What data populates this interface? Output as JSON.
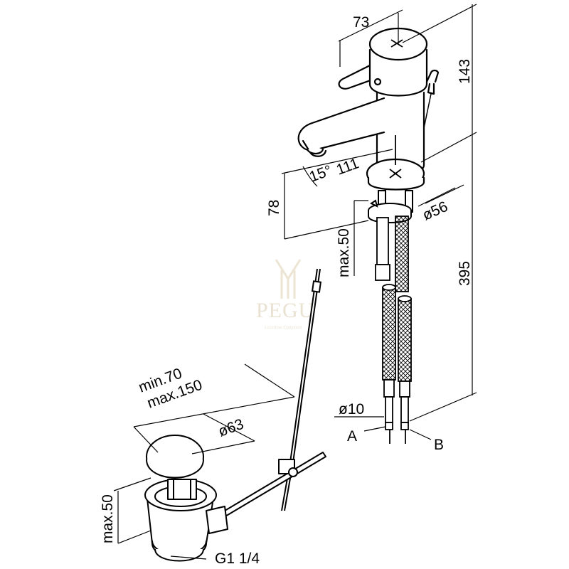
{
  "labels": {
    "width_73": "73",
    "height_143": "143",
    "angle_15": "15°",
    "reach_111": "111",
    "height_78": "78",
    "diameter_56": "ø56",
    "max_50_tap": "max.50",
    "height_395": "395",
    "diameter_10": "ø10",
    "hose_a": "A",
    "hose_b": "B",
    "min_70": "min.70",
    "max_150": "max.150",
    "diameter_63": "ø63",
    "max_50_waste": "max.50",
    "thread_g": "G1 1/4"
  },
  "watermark": {
    "brand": "PEGU",
    "tagline": "Luxurious Equipment"
  }
}
